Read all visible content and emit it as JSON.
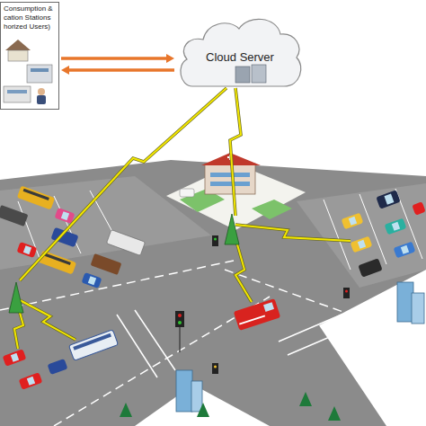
{
  "diagram": {
    "nodes": [
      {
        "text": [
          "Consumption & cation Stations horized Users)"
        ]
      },
      {
        "text": [
          "Cloud Server"
        ]
      }
    ],
    "edges": [
      {
        "from": 0,
        "to": 1,
        "arrow": "to"
      },
      {
        "from": 1,
        "to": 0,
        "arrow": "to"
      }
    ]
  }
}
